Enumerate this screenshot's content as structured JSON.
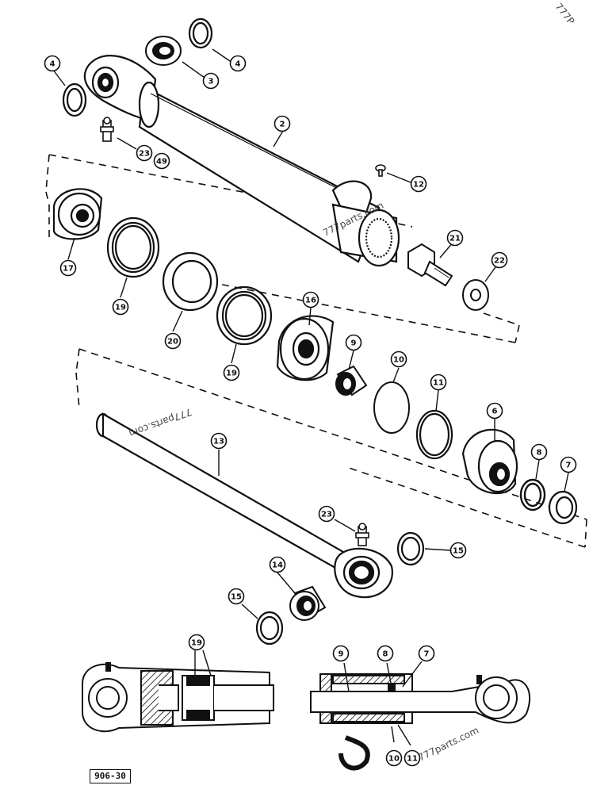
{
  "figure_id": "906-30",
  "watermarks": [
    "777parts.com",
    "777parts.com",
    "777parts.com",
    "777P"
  ],
  "callouts": [
    {
      "label": "4"
    },
    {
      "label": "4"
    },
    {
      "label": "3"
    },
    {
      "label": "2"
    },
    {
      "label": "23"
    },
    {
      "label": "49"
    },
    {
      "label": "12"
    },
    {
      "label": "17"
    },
    {
      "label": "19"
    },
    {
      "label": "20"
    },
    {
      "label": "19"
    },
    {
      "label": "16"
    },
    {
      "label": "21"
    },
    {
      "label": "22"
    },
    {
      "label": "9"
    },
    {
      "label": "10"
    },
    {
      "label": "11"
    },
    {
      "label": "6"
    },
    {
      "label": "13"
    },
    {
      "label": "8"
    },
    {
      "label": "7"
    },
    {
      "label": "23"
    },
    {
      "label": "15"
    },
    {
      "label": "14"
    },
    {
      "label": "15"
    },
    {
      "label": "19"
    },
    {
      "label": "9"
    },
    {
      "label": "8"
    },
    {
      "label": "7"
    },
    {
      "label": "10"
    },
    {
      "label": "11"
    }
  ]
}
